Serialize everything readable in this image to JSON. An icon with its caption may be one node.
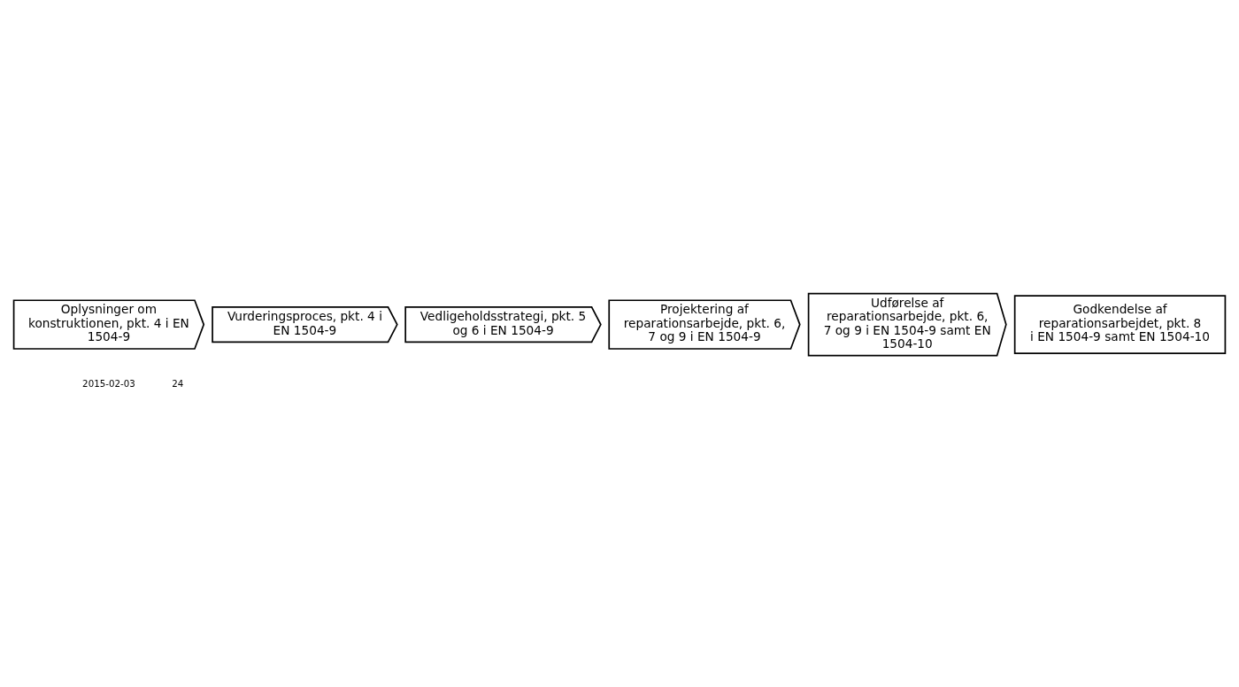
{
  "diagram": {
    "nodes": [
      {
        "text": [
          "Oplysninger om konstruktionen, pkt. 4 i EN 1504-9"
        ]
      },
      {
        "text": [
          "Vurderingsproces, pkt. 4 i EN 1504-9"
        ]
      },
      {
        "text": [
          "Vedligeholdsstrategi, pkt. 5 og 6 i EN 1504-9"
        ]
      },
      {
        "text": [
          "Projektering af reparationsarbejde, pkt. 6, 7 og 9 i EN 1504-9"
        ]
      },
      {
        "text": [
          "Udførelse af reparationsarbejde, pkt. 6, 7 og 9 i EN 1504-9 samt EN 1504-10"
        ]
      },
      {
        "text": [
          "Godkendelse af reparationsarbejdet, pkt. 8 i EN 1504-9 samt EN 1504-10"
        ]
      }
    ],
    "edges": [],
    "labels": [
      "2015-02-03",
      "24"
    ]
  }
}
